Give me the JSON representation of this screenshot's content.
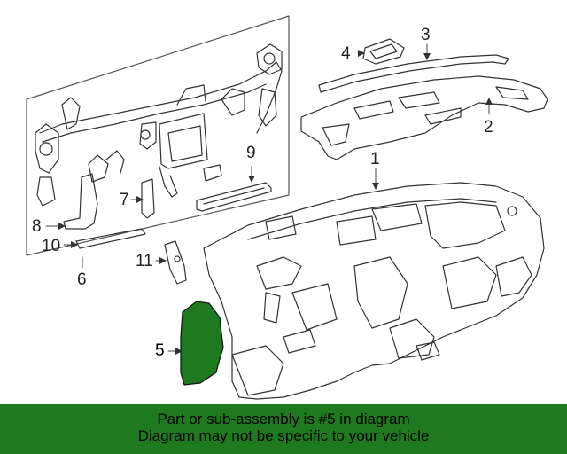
{
  "callouts": {
    "c1": "1",
    "c2": "2",
    "c3": "3",
    "c4": "4",
    "c5": "5",
    "c6": "6",
    "c7": "7",
    "c8": "8",
    "c9": "9",
    "c10": "10",
    "c11": "11"
  },
  "highlight_color": "#1e7a1e",
  "banner": {
    "line1": "Part or sub-assembly is #5 in diagram",
    "line2": "Diagram may not be specific to your vehicle",
    "background": "#1f7a1f"
  }
}
